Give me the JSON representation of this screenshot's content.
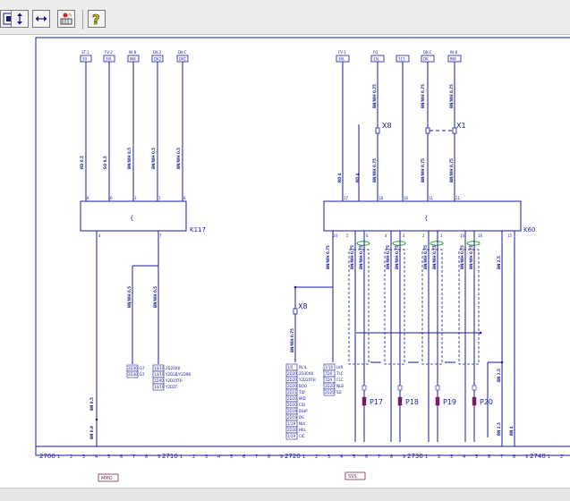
{
  "toolbar": {
    "buttons": [
      {
        "id": "fit-page",
        "icon": "fit-page-icon"
      },
      {
        "id": "fit-height",
        "icon": "fit-height-icon"
      },
      {
        "id": "fit-width",
        "icon": "fit-width-icon"
      },
      {
        "id": "component-locator",
        "icon": "component-locator-icon"
      },
      {
        "id": "help",
        "icon": "help-icon",
        "glyph": "?"
      }
    ]
  },
  "schematic": {
    "colors": {
      "line": "#1a1aa0",
      "frame": "#1a1aa0",
      "fuse": "#7a1a6a",
      "shield": "#2aa02a"
    },
    "modules": [
      {
        "id": "k117",
        "ref": "K117",
        "symbol": "{",
        "pins_top": [
          "8",
          "6",
          "3",
          "1",
          "8"
        ],
        "pins_bottom": [
          "4",
          "7"
        ]
      },
      {
        "id": "k60",
        "ref": "K60",
        "symbol": "{",
        "pins_top": [
          "17",
          "18",
          "16",
          "11",
          "21"
        ],
        "pins_bottom": [
          "24",
          "5",
          "6",
          "4",
          "3",
          "2",
          "1",
          "10",
          "16",
          "15"
        ]
      }
    ],
    "connectors": [
      "X8",
      "X1",
      "X8"
    ],
    "fuses": [
      "P17",
      "P18",
      "P19",
      "P20"
    ],
    "top_terminals_left": [
      {
        "top": "ST-1",
        "label": "30"
      },
      {
        "top": "FV-2",
        "label": "30L"
      },
      {
        "top": "IN-8",
        "label": "IN8"
      },
      {
        "top": "DK-2",
        "label": "DK2"
      },
      {
        "top": "DK-C",
        "label": "DKC"
      }
    ],
    "top_terminals_right": [
      {
        "top": "FV-1",
        "label": "30L"
      },
      {
        "top": "FQ",
        "label": "15L"
      },
      {
        "top": "",
        "label": "31S"
      },
      {
        "top": "DK-C",
        "label": "DK"
      },
      {
        "top": "IN-8",
        "label": "IN8"
      }
    ],
    "wire_labels_left": [
      "RD 0.5",
      "SO 0.5",
      "BN/WH 0.5",
      "BN/WH 0.5",
      "BN/WH 0.5"
    ],
    "wire_labels_right": [
      "RD 4",
      "RD 4",
      "BN/WH 0.75",
      "BN/WH 0.75",
      "BN/WH 0.75"
    ],
    "lower_left_wires": [
      "BN/WH 0.5",
      "BN/WH 0.5"
    ],
    "ground_wire": "BN 0.5",
    "bottom_wire_left": "BN 0.8",
    "bottom_wire_right_a": "BN 2.5",
    "bottom_wire_right_b": "BN 4",
    "table_a": [
      [
        "2D30",
        "G7"
      ],
      [
        "2D30",
        "G7"
      ]
    ],
    "table_b": [
      [
        "14/19",
        "2D20X8"
      ],
      [
        "14/19",
        "Y2D2B/Y2D9B"
      ],
      [
        "2D40",
        "Y2D20TH"
      ],
      [
        "14/19",
        "Y2D2T"
      ]
    ],
    "table_c": [
      [
        "1/0",
        "IN.IL"
      ],
      [
        "2D20",
        "2D30X8"
      ],
      [
        "2D20",
        "Y2D20TH"
      ],
      [
        "2D20",
        "BOO"
      ],
      [
        "2D21",
        "TID"
      ],
      [
        "2D20",
        "MID"
      ],
      [
        "2D20",
        "CID"
      ],
      [
        "2D19",
        "B/HP"
      ],
      [
        "2D19",
        "DS"
      ],
      [
        "1/19",
        "NLV"
      ],
      [
        "2D20",
        "HKL"
      ],
      [
        "1/19",
        "CIC"
      ]
    ],
    "table_d": [
      [
        "1/19",
        "LVR"
      ],
      [
        "7D0",
        "TLC"
      ],
      [
        "7D0",
        "CLC"
      ],
      [
        "2D20",
        "NLB"
      ],
      [
        "2D20",
        "SD"
      ]
    ],
    "ruler_sections": [
      "2700",
      "2710",
      "2720",
      "2730",
      "2740"
    ],
    "ruler_minor": [
      "1",
      "2",
      "3",
      "4",
      "5",
      "6",
      "7",
      "8",
      "9"
    ],
    "sheet_tags": [
      "MMO",
      "SSS"
    ]
  }
}
